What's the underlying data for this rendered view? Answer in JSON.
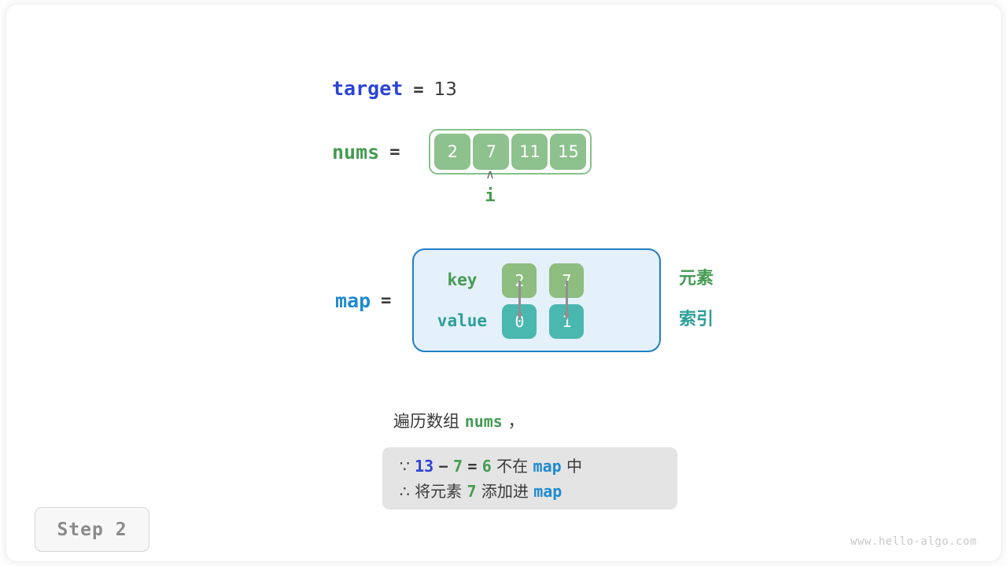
{
  "target": {
    "name": "target",
    "equals": "=",
    "value": "13"
  },
  "nums": {
    "name": "nums",
    "equals": "=",
    "cells": [
      "2",
      "7",
      "11",
      "15"
    ]
  },
  "pointer": {
    "caret": "∧",
    "label": "i",
    "index": 1
  },
  "map": {
    "name": "map",
    "equals": "=",
    "key_label": "key",
    "value_label": "value",
    "entries": [
      {
        "key": "2",
        "value": "0"
      },
      {
        "key": "7",
        "value": "1"
      }
    ],
    "side_labels": {
      "element": "元素",
      "index": "索引"
    }
  },
  "explanation": {
    "line": {
      "prefix": "遍历数组",
      "keyword": "nums",
      "suffix": "，"
    },
    "note": {
      "line1": {
        "symbol": "∵",
        "a": "13",
        "minus": "−",
        "b": "7",
        "eq": "=",
        "result": "6",
        "text_mid": "不在",
        "keyword": "map",
        "text_end": "中"
      },
      "line2": {
        "symbol": "∴",
        "text_start": "将元素",
        "num": "7",
        "text_mid": "添加进",
        "keyword": "map"
      }
    }
  },
  "step_badge": "Step 2",
  "watermark": "www.hello-algo.com",
  "colors": {
    "target_blue": "#2b44d6",
    "map_blue": "#1f8ad0",
    "green": "#459b52",
    "teal": "#2e9e98",
    "cell_green": "#8dc18d",
    "key_green": "#8dbd7f",
    "value_teal": "#4bb8b0",
    "map_bg": "#e4f0fa",
    "map_border": "#1f7fc4",
    "note_bg": "#e4e4e4",
    "text_dark": "#3a3a3a"
  }
}
